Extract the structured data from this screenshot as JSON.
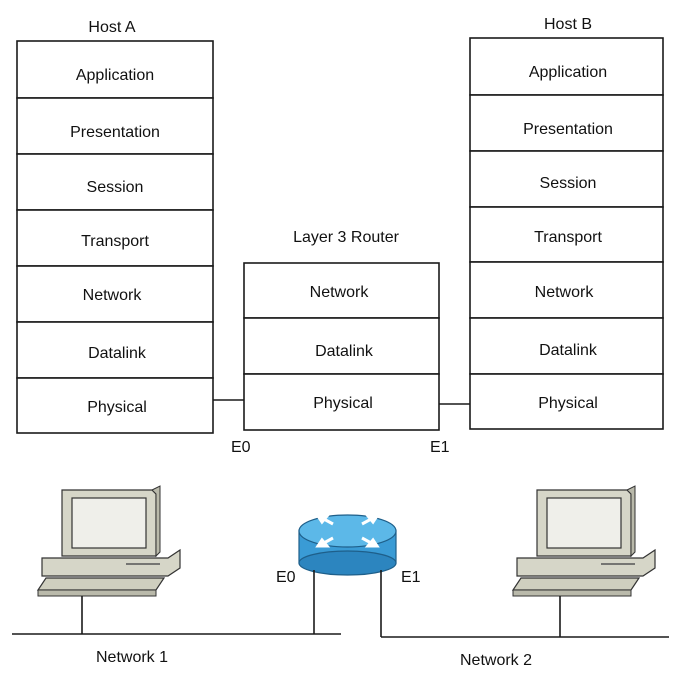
{
  "host_a": {
    "title": "Host A",
    "layers": [
      "Application",
      "Presentation",
      "Session",
      "Transport",
      "Network",
      "Datalink",
      "Physical"
    ]
  },
  "host_b": {
    "title": "Host B",
    "layers": [
      "Application",
      "Presentation",
      "Session",
      "Transport",
      "Network",
      "Datalink",
      "Physical"
    ]
  },
  "router": {
    "title": "Layer 3 Router",
    "layers": [
      "Network",
      "Datalink",
      "Physical"
    ],
    "left_port": "E0",
    "right_port": "E1"
  },
  "bottom": {
    "left_port": "E0",
    "right_port": "E1",
    "network_1": "Network 1",
    "network_2": "Network 2"
  },
  "icons": {
    "host_a_computer": "desktop-computer-icon",
    "host_b_computer": "desktop-computer-icon",
    "router": "router-icon"
  },
  "colors": {
    "router_body": "#3a9bd5",
    "router_top": "#5cb8e8",
    "computer_body": "#d6d6c8"
  }
}
